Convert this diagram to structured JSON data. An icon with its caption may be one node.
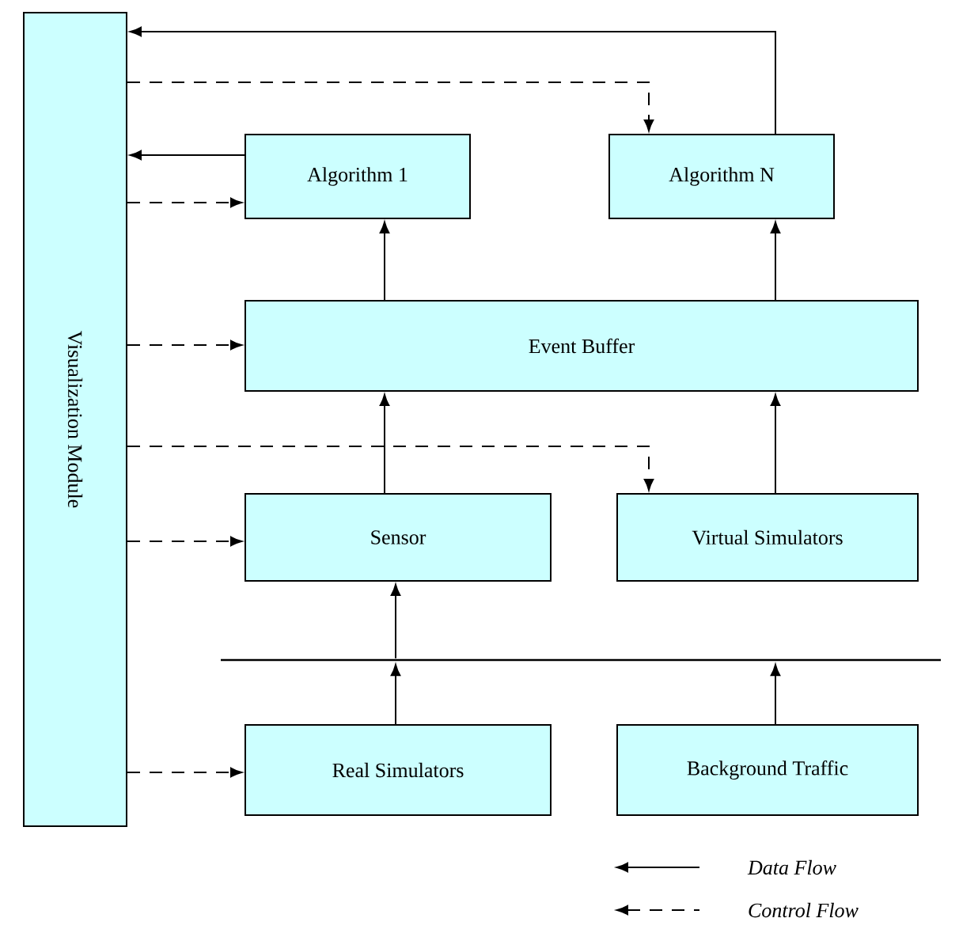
{
  "diagram": {
    "nodes": [
      {
        "text": [
          "Visualization Module"
        ]
      },
      {
        "text": [
          "Algorithm 1"
        ]
      },
      {
        "text": [
          "Algorithm N"
        ]
      },
      {
        "text": [
          "Event Buffer"
        ]
      },
      {
        "text": [
          "Sensor"
        ]
      },
      {
        "text": [
          "Virtual Simulators"
        ]
      },
      {
        "text": [
          "Real Simulators"
        ]
      },
      {
        "text": [
          "Background Traffic"
        ]
      },
      {
        "text": [],
        "shape": "bar"
      }
    ],
    "edges": [
      {
        "from": 2,
        "to": 0,
        "arrow": "to"
      },
      {
        "from": 1,
        "to": 0,
        "arrow": "to"
      },
      {
        "from": 0,
        "to": 2,
        "arrow": "to",
        "style": "dashed"
      },
      {
        "from": 0,
        "to": 1,
        "arrow": "to",
        "style": "dashed"
      },
      {
        "from": 3,
        "to": 1,
        "arrow": "to"
      },
      {
        "from": 3,
        "to": 2,
        "arrow": "to"
      },
      {
        "from": 0,
        "to": 3,
        "arrow": "to",
        "style": "dashed"
      },
      {
        "from": 4,
        "to": 3,
        "arrow": "to"
      },
      {
        "from": 5,
        "to": 3,
        "arrow": "to"
      },
      {
        "from": 0,
        "to": 5,
        "arrow": "to",
        "style": "dashed"
      },
      {
        "from": 0,
        "to": 4,
        "arrow": "to",
        "style": "dashed"
      },
      {
        "from": 8,
        "to": 4,
        "arrow": "to"
      },
      {
        "from": 6,
        "to": 8,
        "arrow": "to"
      },
      {
        "from": 7,
        "to": 8,
        "arrow": "to"
      },
      {
        "from": 0,
        "to": 6,
        "arrow": "to",
        "style": "dashed"
      }
    ],
    "legend": [
      {
        "text": "Data Flow"
      },
      {
        "text": "Control Flow"
      }
    ]
  }
}
